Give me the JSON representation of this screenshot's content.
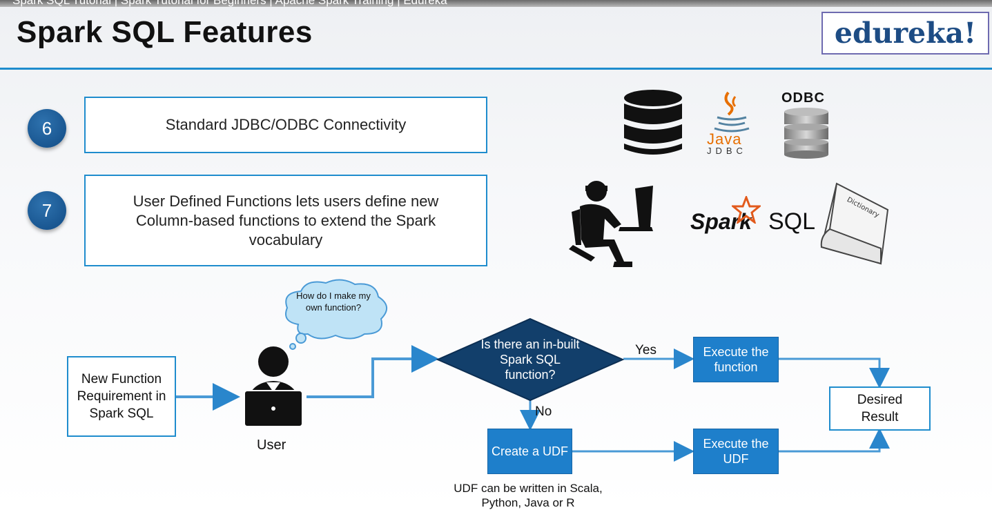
{
  "video": {
    "title": "Spark SQL Tutorial | Spark Tutorial for Beginners | Apache Spark Training | Edureka"
  },
  "slide": {
    "title": "Spark SQL Features",
    "logo": "edureka!"
  },
  "features": [
    {
      "number": "6",
      "text": "Standard JDBC/ODBC Connectivity"
    },
    {
      "number": "7",
      "text": "User Defined Functions lets users define new Column-based functions to extend the Spark vocabulary"
    }
  ],
  "icons": {
    "java_label": "Java",
    "jdbc_label": "JDBC",
    "odbc_label": "ODBC",
    "spark_label": "Spark",
    "sql_label": "SQL",
    "dictionary_label": "Dictionary"
  },
  "flowchart": {
    "start_box": "New Function Requirement in Spark SQL",
    "thought": "How do I make my own function?",
    "user_label": "User",
    "decision": "Is there an in-built Spark SQL function?",
    "yes_label": "Yes",
    "no_label": "No",
    "execute_function": "Execute the function",
    "create_udf": "Create a UDF",
    "execute_udf": "Execute the UDF",
    "result": "Desired Result",
    "udf_note": "UDF can be written in Scala, Python, Java or R"
  },
  "colors": {
    "accent": "#1e8ccd",
    "box_fill": "#1e7fcb",
    "decision_fill": "#123f6b",
    "logo": "#1d4c84"
  }
}
